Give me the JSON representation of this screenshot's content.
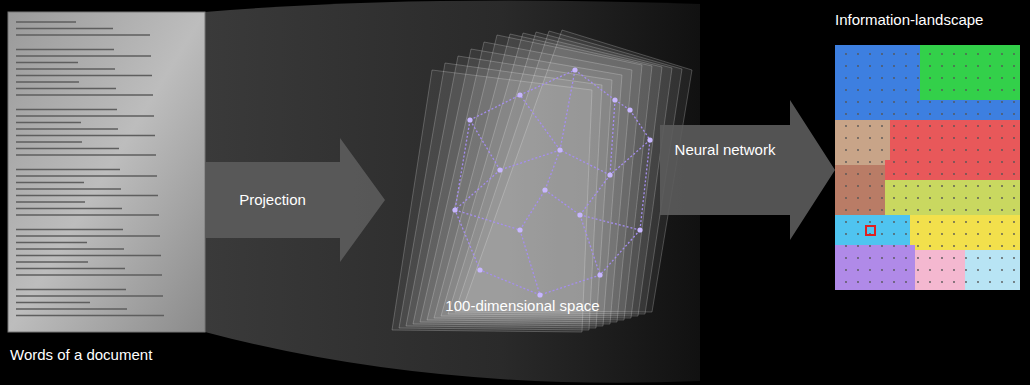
{
  "diagram": {
    "nodes": [
      {
        "text": [
          "Words of a document"
        ]
      },
      {
        "text": [
          "100-dimensional space"
        ]
      },
      {
        "text": [
          "Information-landscape"
        ]
      }
    ],
    "edges": [
      {
        "from": 0,
        "to": 1,
        "arrow": "to",
        "label": "Projection"
      },
      {
        "from": 1,
        "to": 2,
        "arrow": "to",
        "label": "Neural network"
      }
    ]
  }
}
